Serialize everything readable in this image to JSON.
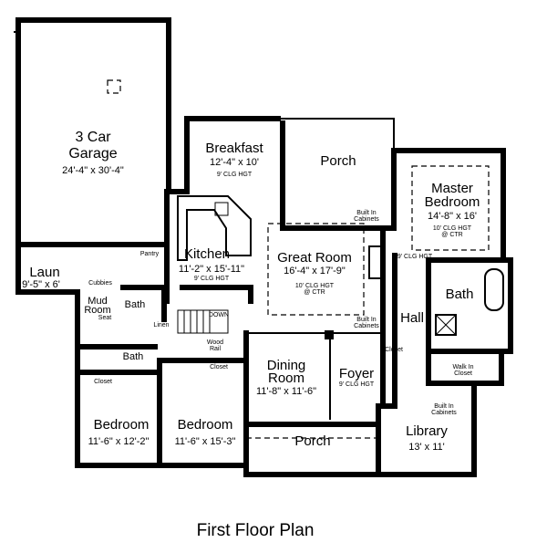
{
  "title": "First Floor Plan",
  "rooms": {
    "garage": {
      "name1": "3 Car",
      "name2": "Garage",
      "dims": "24'-4\" x 30'-4\""
    },
    "breakfast": {
      "name": "Breakfast",
      "dims": "12'-4\" x 10'",
      "clg": "9' CLG HGT"
    },
    "porch_rear": {
      "name": "Porch"
    },
    "master": {
      "name1": "Master",
      "name2": "Bedroom",
      "dims": "14'-8\" x 16'",
      "clg1": "10' CLG HGT",
      "clg2": "@ CTR",
      "clg_side": "9' CLG HGT"
    },
    "kitchen": {
      "name": "Kitchen",
      "dims": "11'-2\" x 15'-11\"",
      "clg": "9' CLG HGT"
    },
    "great_room": {
      "name": "Great Room",
      "dims": "16'-4\" x 17'-9\"",
      "clg1": "10' CLG HGT",
      "clg2": "@ CTR"
    },
    "laundry": {
      "name": "Laun",
      "dims": "9'-5\" x 6'"
    },
    "mud_room": {
      "name1": "Mud",
      "name2": "Room"
    },
    "bath_upper": {
      "name": "Bath"
    },
    "bath_lower": {
      "name": "Bath"
    },
    "master_bath": {
      "name": "Bath"
    },
    "hall": {
      "name": "Hall"
    },
    "dining": {
      "name1": "Dining",
      "name2": "Room",
      "dims": "11'-8\" x 11'-6\""
    },
    "foyer": {
      "name": "Foyer",
      "clg": "9' CLG HGT"
    },
    "bedroom_left": {
      "name": "Bedroom",
      "dims": "11'-6\" x 12'-2\""
    },
    "bedroom_mid": {
      "name": "Bedroom",
      "dims": "11'-6\" x 15'-3\""
    },
    "porch_front": {
      "name": "Porch"
    },
    "library": {
      "name": "Library",
      "dims": "13' x 11'"
    }
  },
  "labels": {
    "pantry": "Pantry",
    "cubbies": "Cubbies",
    "seat": "Seat",
    "linen": "Linen",
    "down": "DOWN",
    "wood": "Wood",
    "rail": "Rail",
    "closet": "Closet",
    "walk_in1": "Walk In",
    "walk_in2": "Closet",
    "built_in": "Built In",
    "cabinets": "Cabinets"
  }
}
